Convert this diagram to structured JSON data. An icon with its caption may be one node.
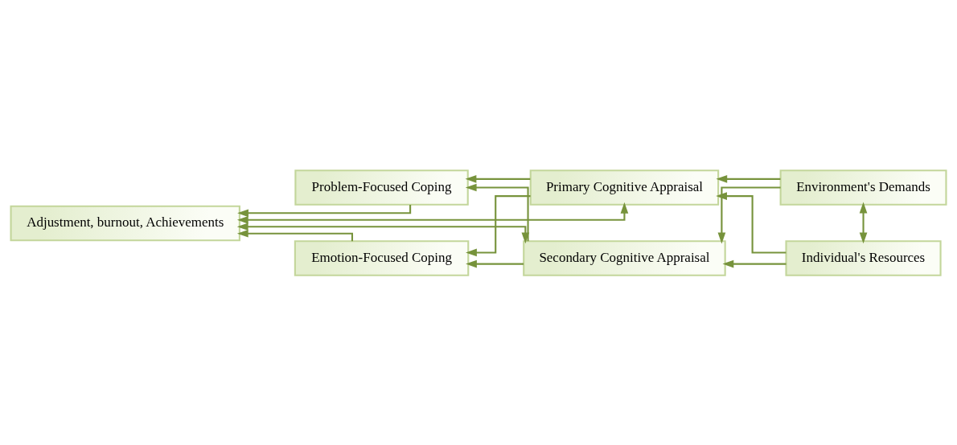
{
  "diagram": {
    "nodes": [
      {
        "text": [
          "Adjustment, burnout, Achievements"
        ]
      },
      {
        "text": [
          "Problem-Focused Coping"
        ]
      },
      {
        "text": [
          "Emotion-Focused Coping"
        ]
      },
      {
        "text": [
          "Primary Cognitive Appraisal"
        ]
      },
      {
        "text": [
          "Secondary Cognitive Appraisal"
        ]
      },
      {
        "text": [
          "Environment's Demands"
        ]
      },
      {
        "text": [
          "Individual's Resources"
        ]
      }
    ],
    "edges": [
      {
        "from": 1,
        "to": 0,
        "arrow": "to"
      },
      {
        "from": 2,
        "to": 0,
        "arrow": "to"
      },
      {
        "from": 0,
        "to": 3,
        "arrow": "both"
      },
      {
        "from": 0,
        "to": 4,
        "arrow": "both"
      },
      {
        "from": 3,
        "to": 1,
        "arrow": "to"
      },
      {
        "from": 4,
        "to": 1,
        "arrow": "to"
      },
      {
        "from": 3,
        "to": 2,
        "arrow": "to"
      },
      {
        "from": 4,
        "to": 2,
        "arrow": "to"
      },
      {
        "from": 5,
        "to": 6,
        "arrow": "both"
      },
      {
        "from": 5,
        "to": 3,
        "arrow": "to"
      },
      {
        "from": 5,
        "to": 4,
        "arrow": "to"
      },
      {
        "from": 6,
        "to": 3,
        "arrow": "to"
      },
      {
        "from": 6,
        "to": 4,
        "arrow": "to"
      }
    ]
  }
}
